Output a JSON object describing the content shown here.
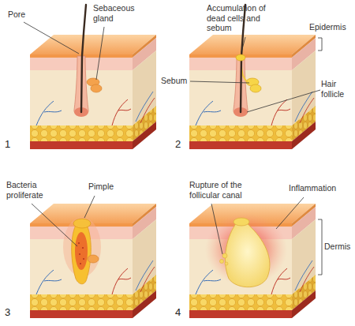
{
  "diagram": {
    "labels": [
      "Pore",
      "Sebaceous gland",
      "1",
      "Accumulation of dead cells and sebum",
      "Epidermis",
      "Sebum",
      "Hair follicle",
      "2",
      "Bacteria proliferate",
      "Pimple",
      "3",
      "Rupture of the follicular canal",
      "Inflammation",
      "Dermis",
      "4"
    ]
  }
}
